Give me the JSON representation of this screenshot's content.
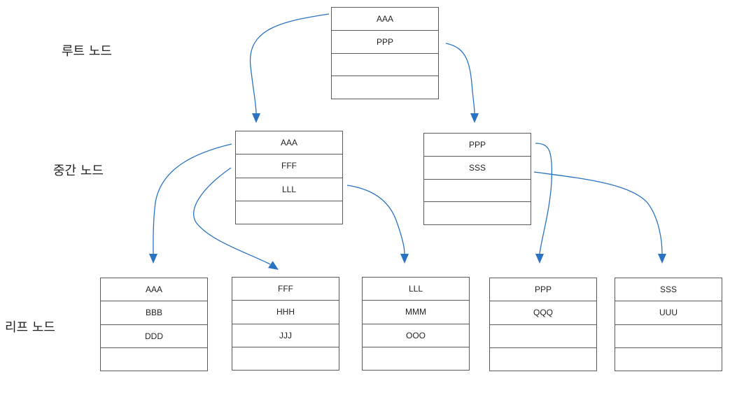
{
  "levels": {
    "root": "루트 노드",
    "internal": "중간 노드",
    "leaf": "리프 노드"
  },
  "nodes": {
    "root": [
      "AAA",
      "PPP",
      "",
      ""
    ],
    "internal_left": [
      "AAA",
      "FFF",
      "LLL",
      ""
    ],
    "internal_right": [
      "PPP",
      "SSS",
      "",
      ""
    ],
    "leaf_1": [
      "AAA",
      "BBB",
      "DDD",
      ""
    ],
    "leaf_2": [
      "FFF",
      "HHH",
      "JJJ",
      ""
    ],
    "leaf_3": [
      "LLL",
      "MMM",
      "OOO",
      ""
    ],
    "leaf_4": [
      "PPP",
      "QQQ",
      "",
      ""
    ],
    "leaf_5": [
      "SSS",
      "UUU",
      "",
      ""
    ]
  },
  "colors": {
    "arrow": "#2a73c2",
    "border": "#5a5a5a"
  }
}
